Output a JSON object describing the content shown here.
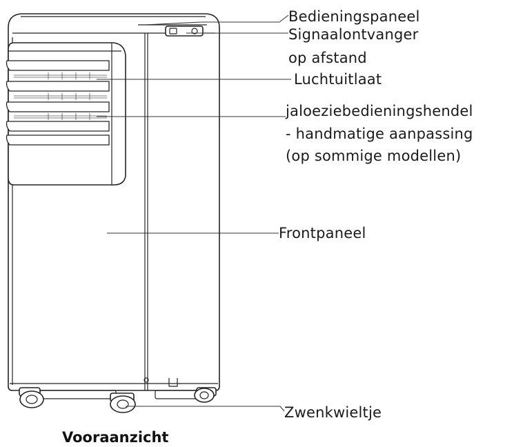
{
  "labels": {
    "control_panel": "Bedieningspaneel",
    "remote_receiver_line1": "Signaalontvanger",
    "remote_receiver_line2": "op afstand",
    "air_outlet": "Luchtuitlaat",
    "louver_lever_line1": "jaloeziebedieningshendel",
    "louver_lever_line2": "- handmatige aanpassing",
    "louver_lever_line3": "(op sommige modellen)",
    "front_panel": "Frontpaneel",
    "caster": "Zwenkwieltje"
  },
  "caption": "Vooraanzicht"
}
